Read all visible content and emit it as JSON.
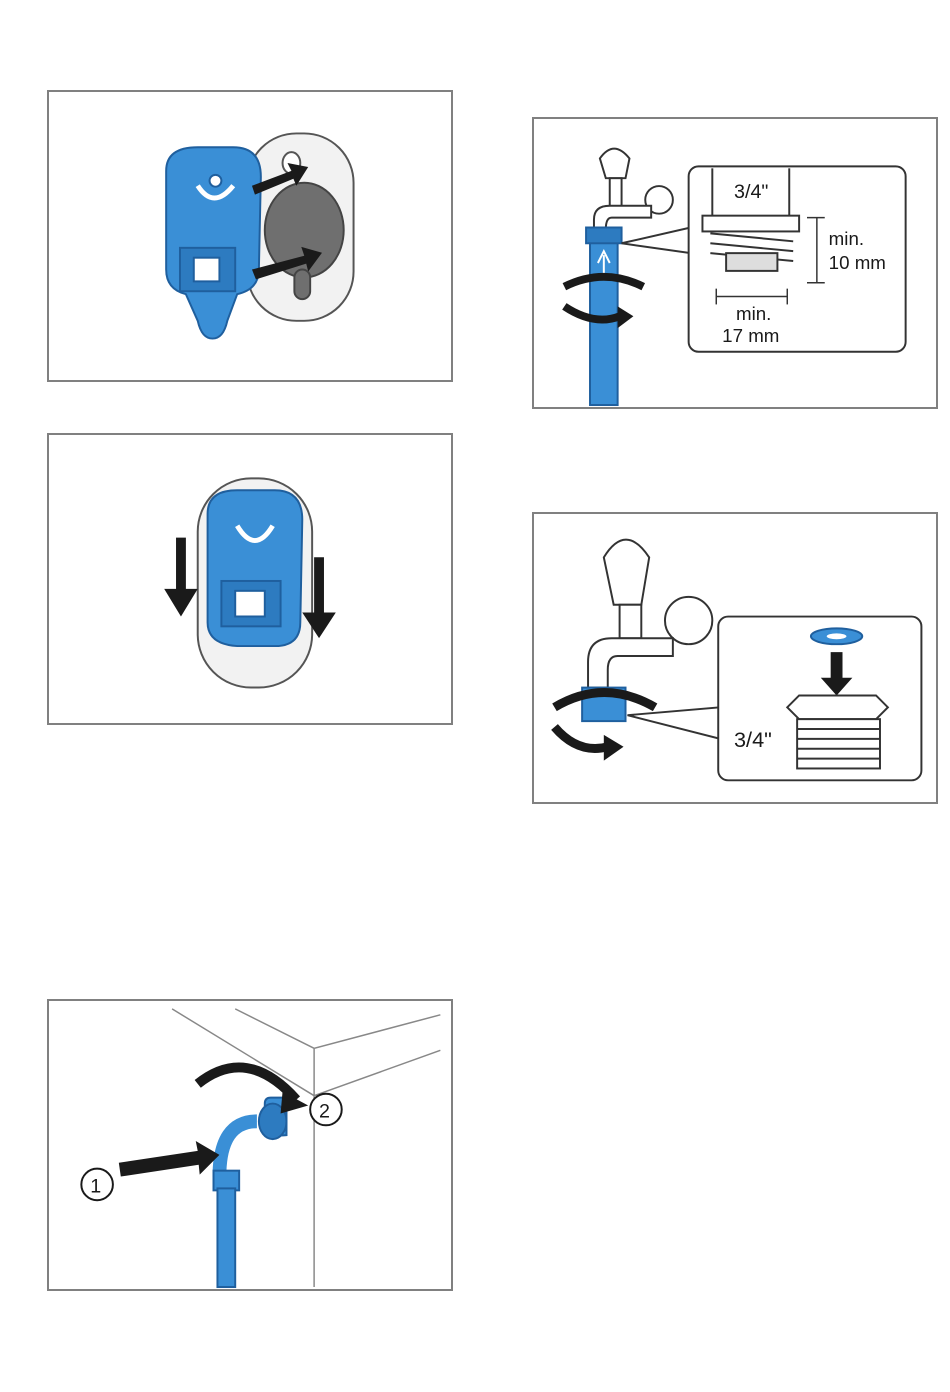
{
  "colors": {
    "accent_blue": "#3a8fd6",
    "dark_blue": "#1f5f9e",
    "frame_gray": "#808080",
    "arrow_black": "#1a1a1a"
  },
  "panel_tap_dimensions": {
    "thread_size": "3/4\"",
    "height_label_line1": "min.",
    "height_label_line2": "10 mm",
    "width_label_line1": "min.",
    "width_label_line2": "17 mm"
  },
  "panel_tap_washer": {
    "thread_size": "3/4\""
  },
  "panel_connect": {
    "step1": "1",
    "step2": "2"
  }
}
